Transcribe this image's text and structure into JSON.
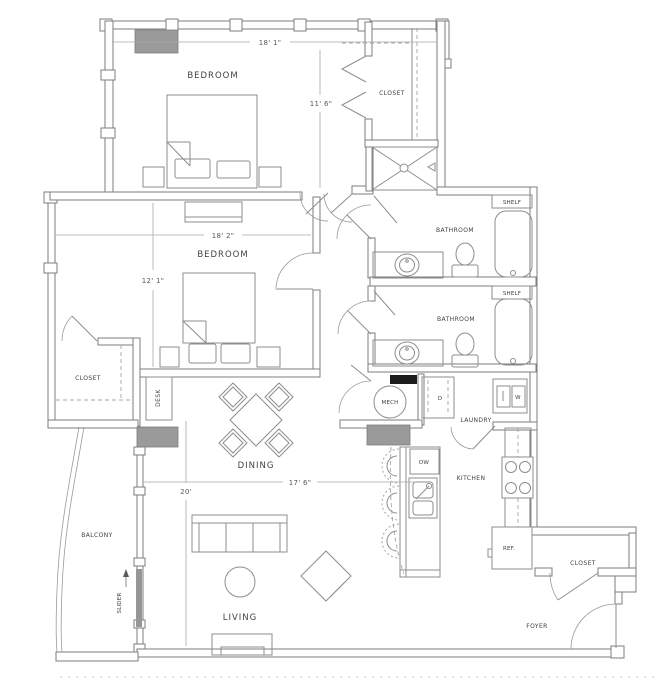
{
  "floor_plan": {
    "rooms": {
      "bedroom1": {
        "label": "BEDROOM",
        "width": "18' 1\"",
        "depth": "11' 6\""
      },
      "closet_top": {
        "label": "CLOSET"
      },
      "bedroom2": {
        "label": "BEDROOM",
        "width": "18' 2\"",
        "depth": "12' 1\""
      },
      "bathroom1": {
        "label": "BATHROOM",
        "shelf": "SHELF"
      },
      "bathroom2": {
        "label": "BATHROOM",
        "shelf": "SHELF"
      },
      "closet_left": {
        "label": "CLOSET"
      },
      "desk": {
        "label": "DESK"
      },
      "mech": {
        "label": "MECH"
      },
      "laundry": {
        "label": "LAUNDRY",
        "dryer": "D",
        "washer": "W"
      },
      "dining": {
        "label": "DINING"
      },
      "kitchen": {
        "label": "KITCHEN",
        "dishwasher": "DW",
        "refrigerator": "REF."
      },
      "living": {
        "label": "LIVING",
        "width": "17' 6\"",
        "depth": "20'"
      },
      "balcony": {
        "label": "BALCONY",
        "slider": "SLIDER"
      },
      "foyer": {
        "label": "FOYER"
      },
      "closet_entry": {
        "label": "CLOSET"
      }
    },
    "colors": {
      "wall": "#7d7d7d",
      "furniture": "#8d8d8d",
      "gray_fill": "#9a9a9a",
      "black_fill": "#1b1b1b",
      "text": "#3f3f3f",
      "background": "#ffffff"
    }
  }
}
